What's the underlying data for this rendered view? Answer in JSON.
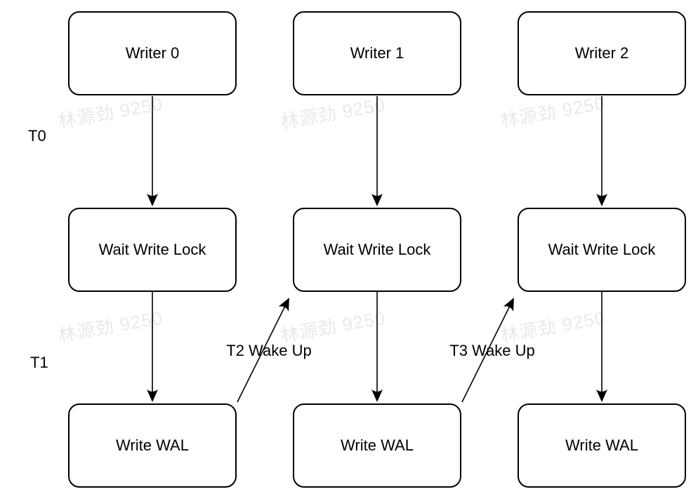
{
  "diagram": {
    "watermark": {
      "text": "林源劲 9250",
      "color": "#e9e9e9"
    },
    "timeline": {
      "t0": "T0",
      "t1": "T1"
    },
    "columns": [
      {
        "writer": "Writer 0",
        "wait_lock": "Wait Write Lock",
        "write_wal": "Write WAL"
      },
      {
        "writer": "Writer 1",
        "wait_lock": "Wait Write Lock",
        "write_wal": "Write WAL"
      },
      {
        "writer": "Writer 2",
        "wait_lock": "Wait Write Lock",
        "write_wal": "Write WAL"
      }
    ],
    "wake_arrows": [
      {
        "label": "T2 Wake Up"
      },
      {
        "label": "T3 Wake Up"
      }
    ],
    "colors": {
      "line": "#000000",
      "node_background": "#ffffff",
      "node_border": "#000000"
    }
  }
}
